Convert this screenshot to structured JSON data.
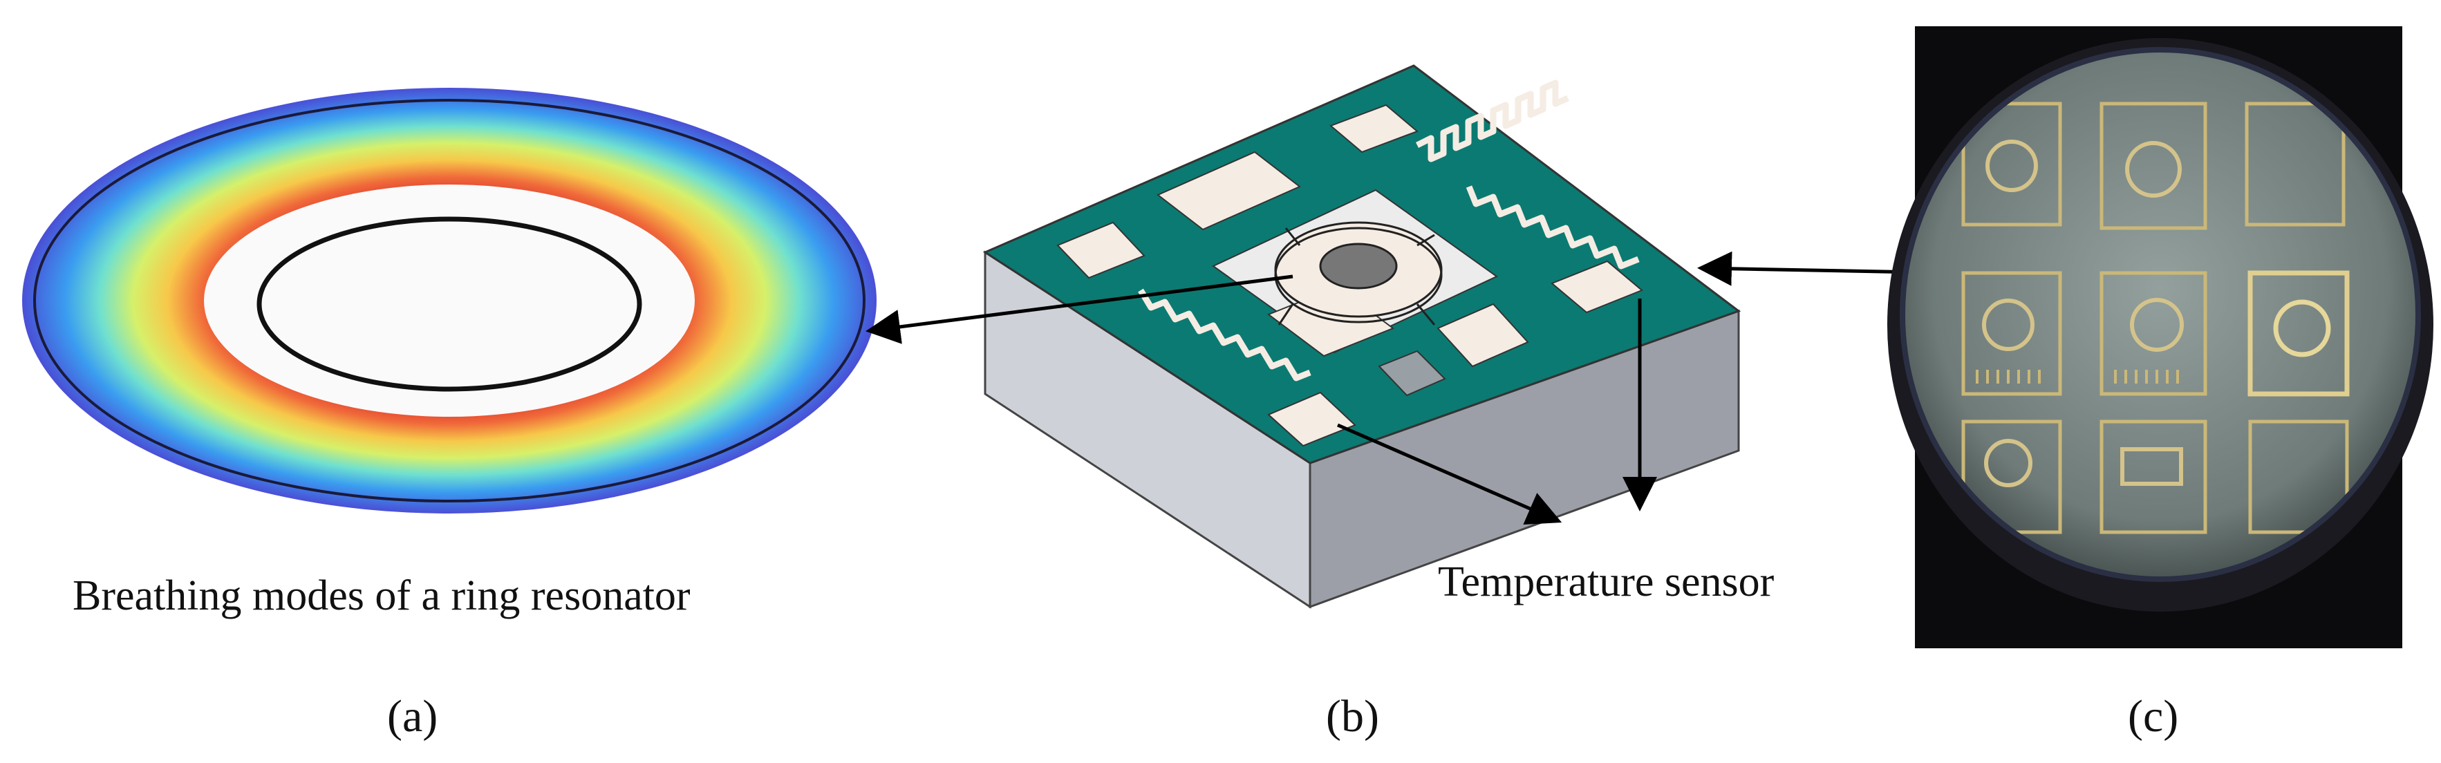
{
  "panels": {
    "a": {
      "label": "(a)",
      "caption": "Breathing modes of a ring resonator"
    },
    "b": {
      "label": "(b)",
      "callout": "Temperature sensor"
    },
    "c": {
      "label": "(c)"
    }
  },
  "colors": {
    "substrate_top": "#0b7a72",
    "substrate_side_light": "#cfd1d8",
    "substrate_side_dark": "#9d9fa8",
    "pad_fill": "#f5ece3",
    "ring_heatmap": [
      "#4a4fd6",
      "#3a9cf0",
      "#6fe0d0",
      "#d6f06a",
      "#f7c84a",
      "#f06a3a",
      "#d82a2a"
    ],
    "photo_background": "#0b0b0d",
    "photo_wafer": "#7e8a88"
  }
}
